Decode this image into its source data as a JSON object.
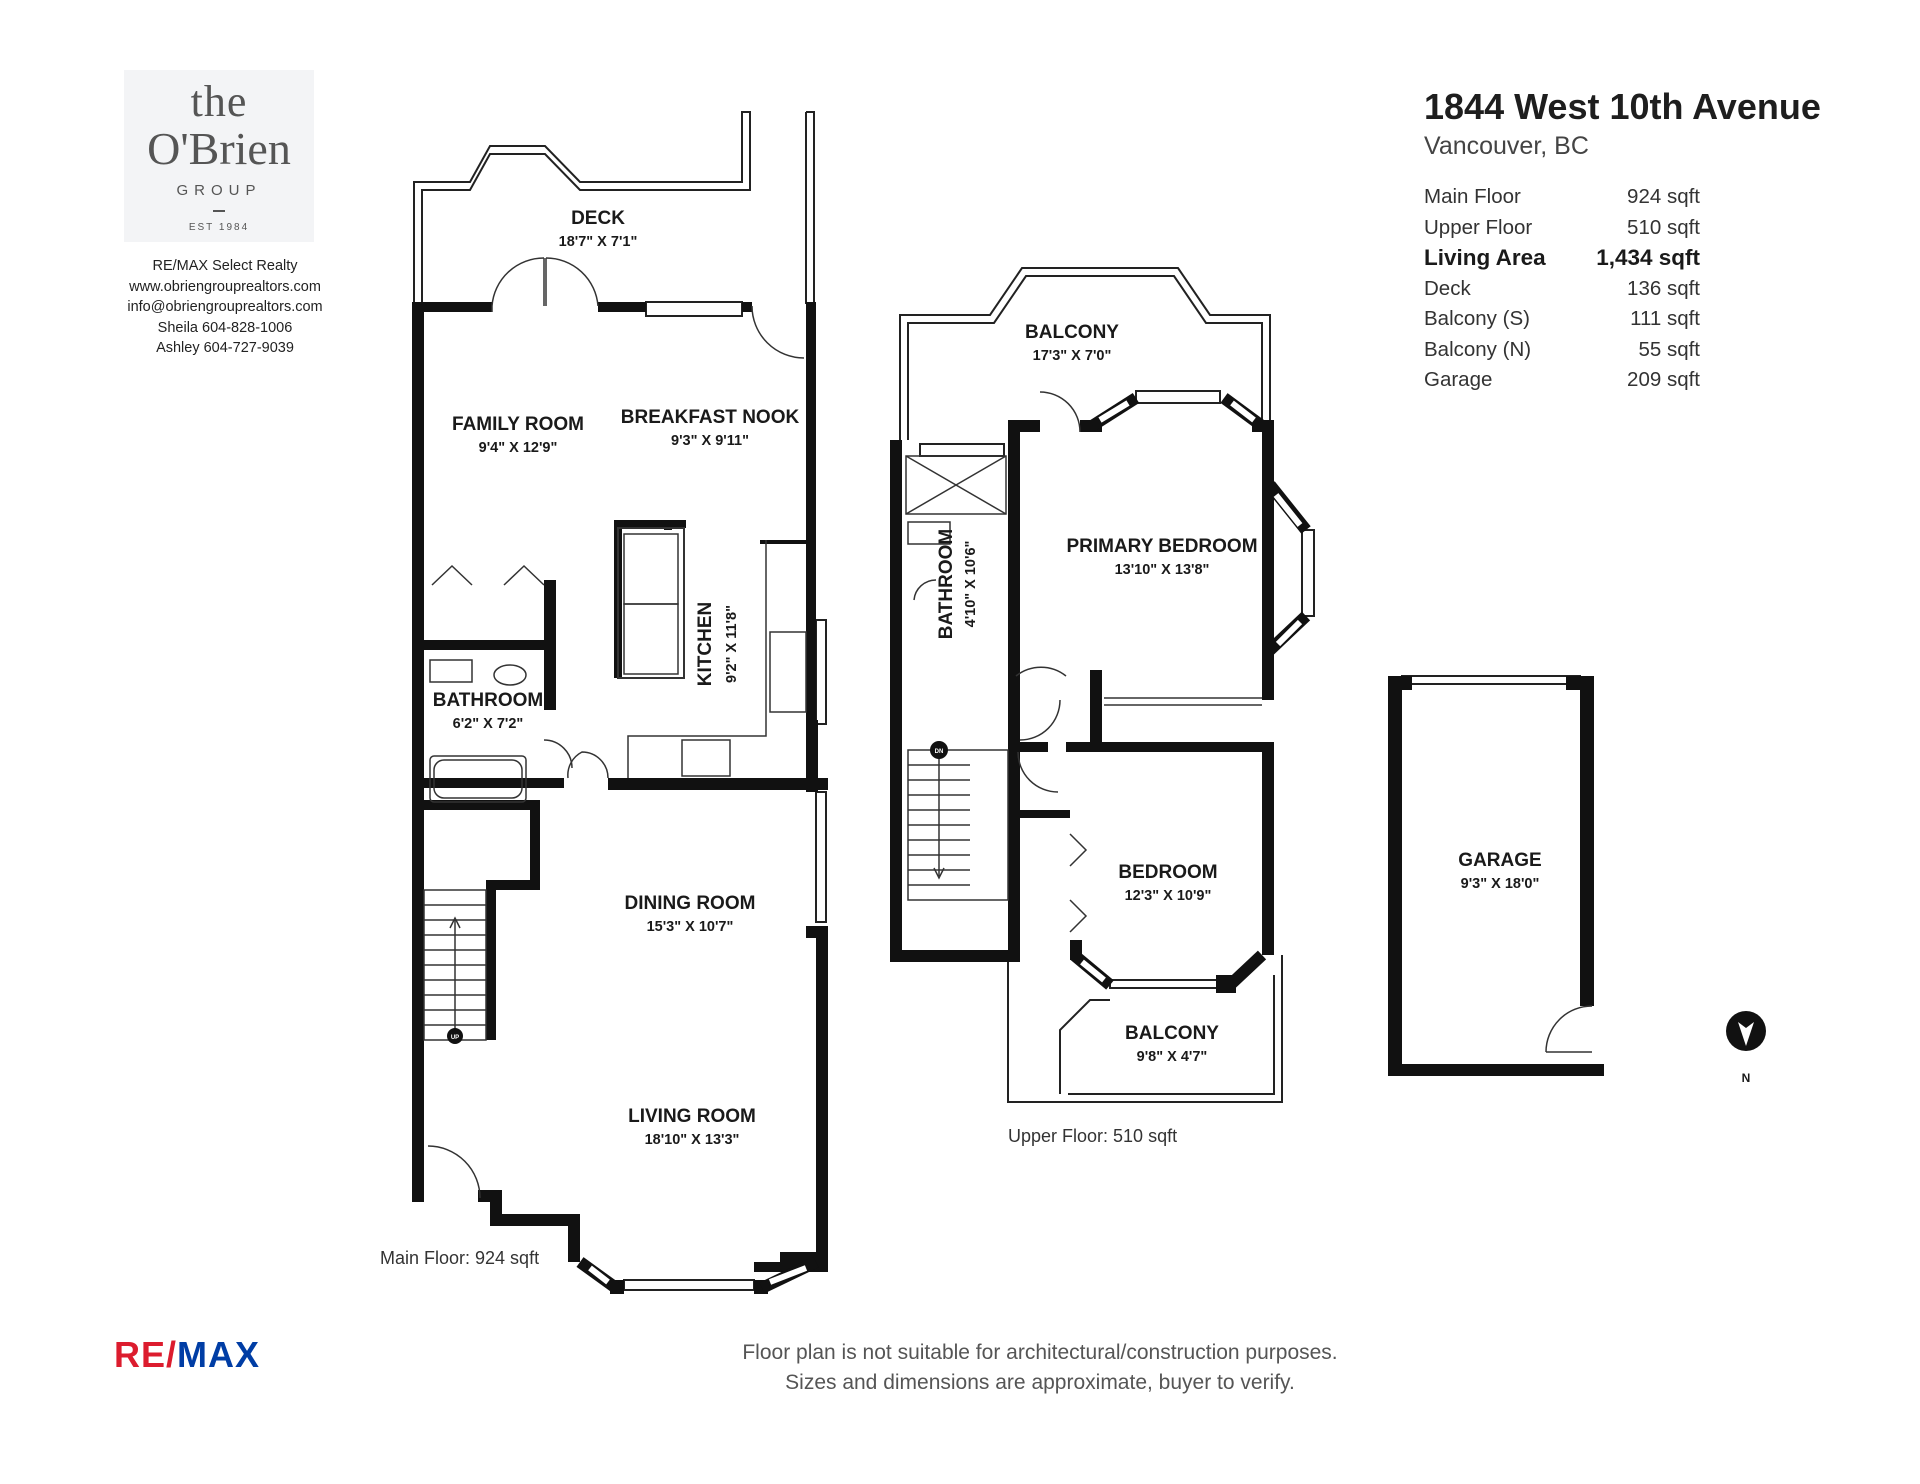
{
  "brand": {
    "the": "the",
    "name": "O'Brien",
    "group": "GROUP",
    "est": "EST 1984"
  },
  "contact": {
    "brokerage": "RE/MAX Select Realty",
    "website": "www.obriengrouprealtors.com",
    "email": "info@obriengrouprealtors.com",
    "agent1": "Sheila 604-828-1006",
    "agent2": "Ashley 604-727-9039"
  },
  "property": {
    "address": "1844 West 10th Avenue",
    "city": "Vancouver, BC",
    "areas": [
      {
        "label": "Main Floor",
        "value": "924 sqft"
      },
      {
        "label": "Upper Floor",
        "value": "510 sqft"
      },
      {
        "label": "Living Area",
        "value": "1,434 sqft",
        "emphasis": true
      },
      {
        "label": "Deck",
        "value": "136 sqft"
      },
      {
        "label": "Balcony (S)",
        "value": "111 sqft"
      },
      {
        "label": "Balcony (N)",
        "value": "55 sqft"
      },
      {
        "label": "Garage",
        "value": "209 sqft"
      }
    ]
  },
  "main_floor": {
    "caption": "Main Floor: 924 sqft",
    "rooms": {
      "deck": {
        "name": "DECK",
        "dims": "18'7\" X 7'1\""
      },
      "family_room": {
        "name": "FAMILY ROOM",
        "dims": "9'4\" X 12'9\""
      },
      "breakfast_nook": {
        "name": "BREAKFAST NOOK",
        "dims": "9'3\" X 9'11\""
      },
      "kitchen": {
        "name": "KITCHEN",
        "dims": "9'2\" X 11'8\""
      },
      "bathroom": {
        "name": "BATHROOM",
        "dims": "6'2\" X 7'2\""
      },
      "dining_room": {
        "name": "DINING ROOM",
        "dims": "15'3\" X 10'7\""
      },
      "living_room": {
        "name": "LIVING ROOM",
        "dims": "18'10\" X 13'3\""
      }
    },
    "stair_label": "UP"
  },
  "upper_floor": {
    "caption": "Upper Floor: 510 sqft",
    "rooms": {
      "balcony_s": {
        "name": "BALCONY",
        "dims": "17'3\" X 7'0\""
      },
      "primary_bedroom": {
        "name": "PRIMARY BEDROOM",
        "dims": "13'10\" X 13'8\""
      },
      "bathroom": {
        "name": "BATHROOM",
        "dims": "4'10\" X 10'6\""
      },
      "bedroom": {
        "name": "BEDROOM",
        "dims": "12'3\" X 10'9\""
      },
      "balcony_n": {
        "name": "BALCONY",
        "dims": "9'8\" X 4'7\""
      }
    },
    "stair_label": "DN"
  },
  "garage": {
    "name": "GARAGE",
    "dims": "9'3\" X 18'0\""
  },
  "compass": {
    "label": "N"
  },
  "footer": {
    "logo_a": "RE/",
    "logo_b": "MAX",
    "disclaimer_1": "Floor plan is not suitable for architectural/construction purposes.",
    "disclaimer_2": "Sizes and dimensions are approximate, buyer to verify."
  }
}
